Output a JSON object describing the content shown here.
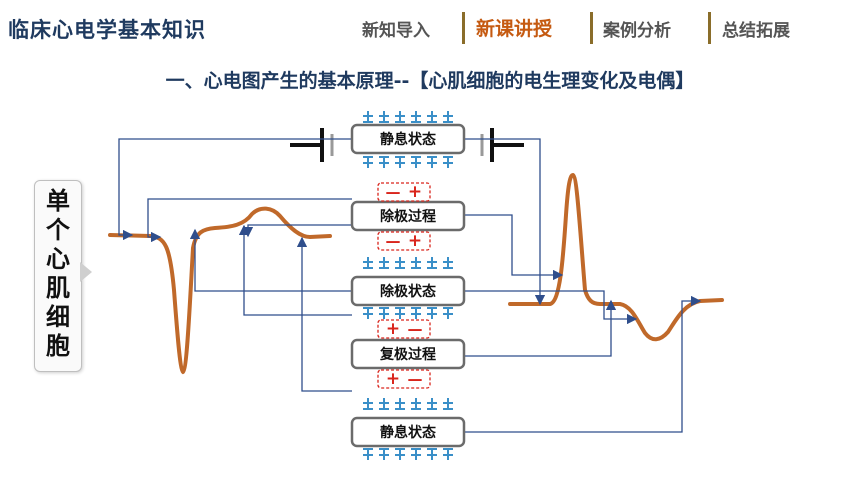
{
  "header": {
    "course_title": "临床心电学基本知识",
    "nav": [
      {
        "label": "新知导入",
        "active": false
      },
      {
        "label": "新课讲授",
        "active": true
      },
      {
        "label": "案例分析",
        "active": false
      },
      {
        "label": "总结拓展",
        "active": false
      }
    ]
  },
  "heading": "一、心电图产生的基本原理--【心肌细胞的电生理变化及电偶】",
  "side_label": "单个心肌细胞",
  "states": [
    {
      "label": "静息状态"
    },
    {
      "label": "除极过程"
    },
    {
      "label": "除极状态"
    },
    {
      "label": "复极过程"
    },
    {
      "label": "静息状态"
    }
  ],
  "dipoles": [
    {
      "left": "—",
      "right": "+"
    },
    {
      "left": "—",
      "right": "+"
    },
    {
      "left": "+",
      "right": "—"
    },
    {
      "left": "+",
      "right": "—"
    }
  ],
  "colors": {
    "title": "#1f3a5f",
    "nav_active": "#c55a11",
    "curve": "#c0692a",
    "connector": "#2f4e8c",
    "ion_blue": "#3a8fc8",
    "ion_red": "#d9251c",
    "box_border": "#6b6b6b"
  }
}
